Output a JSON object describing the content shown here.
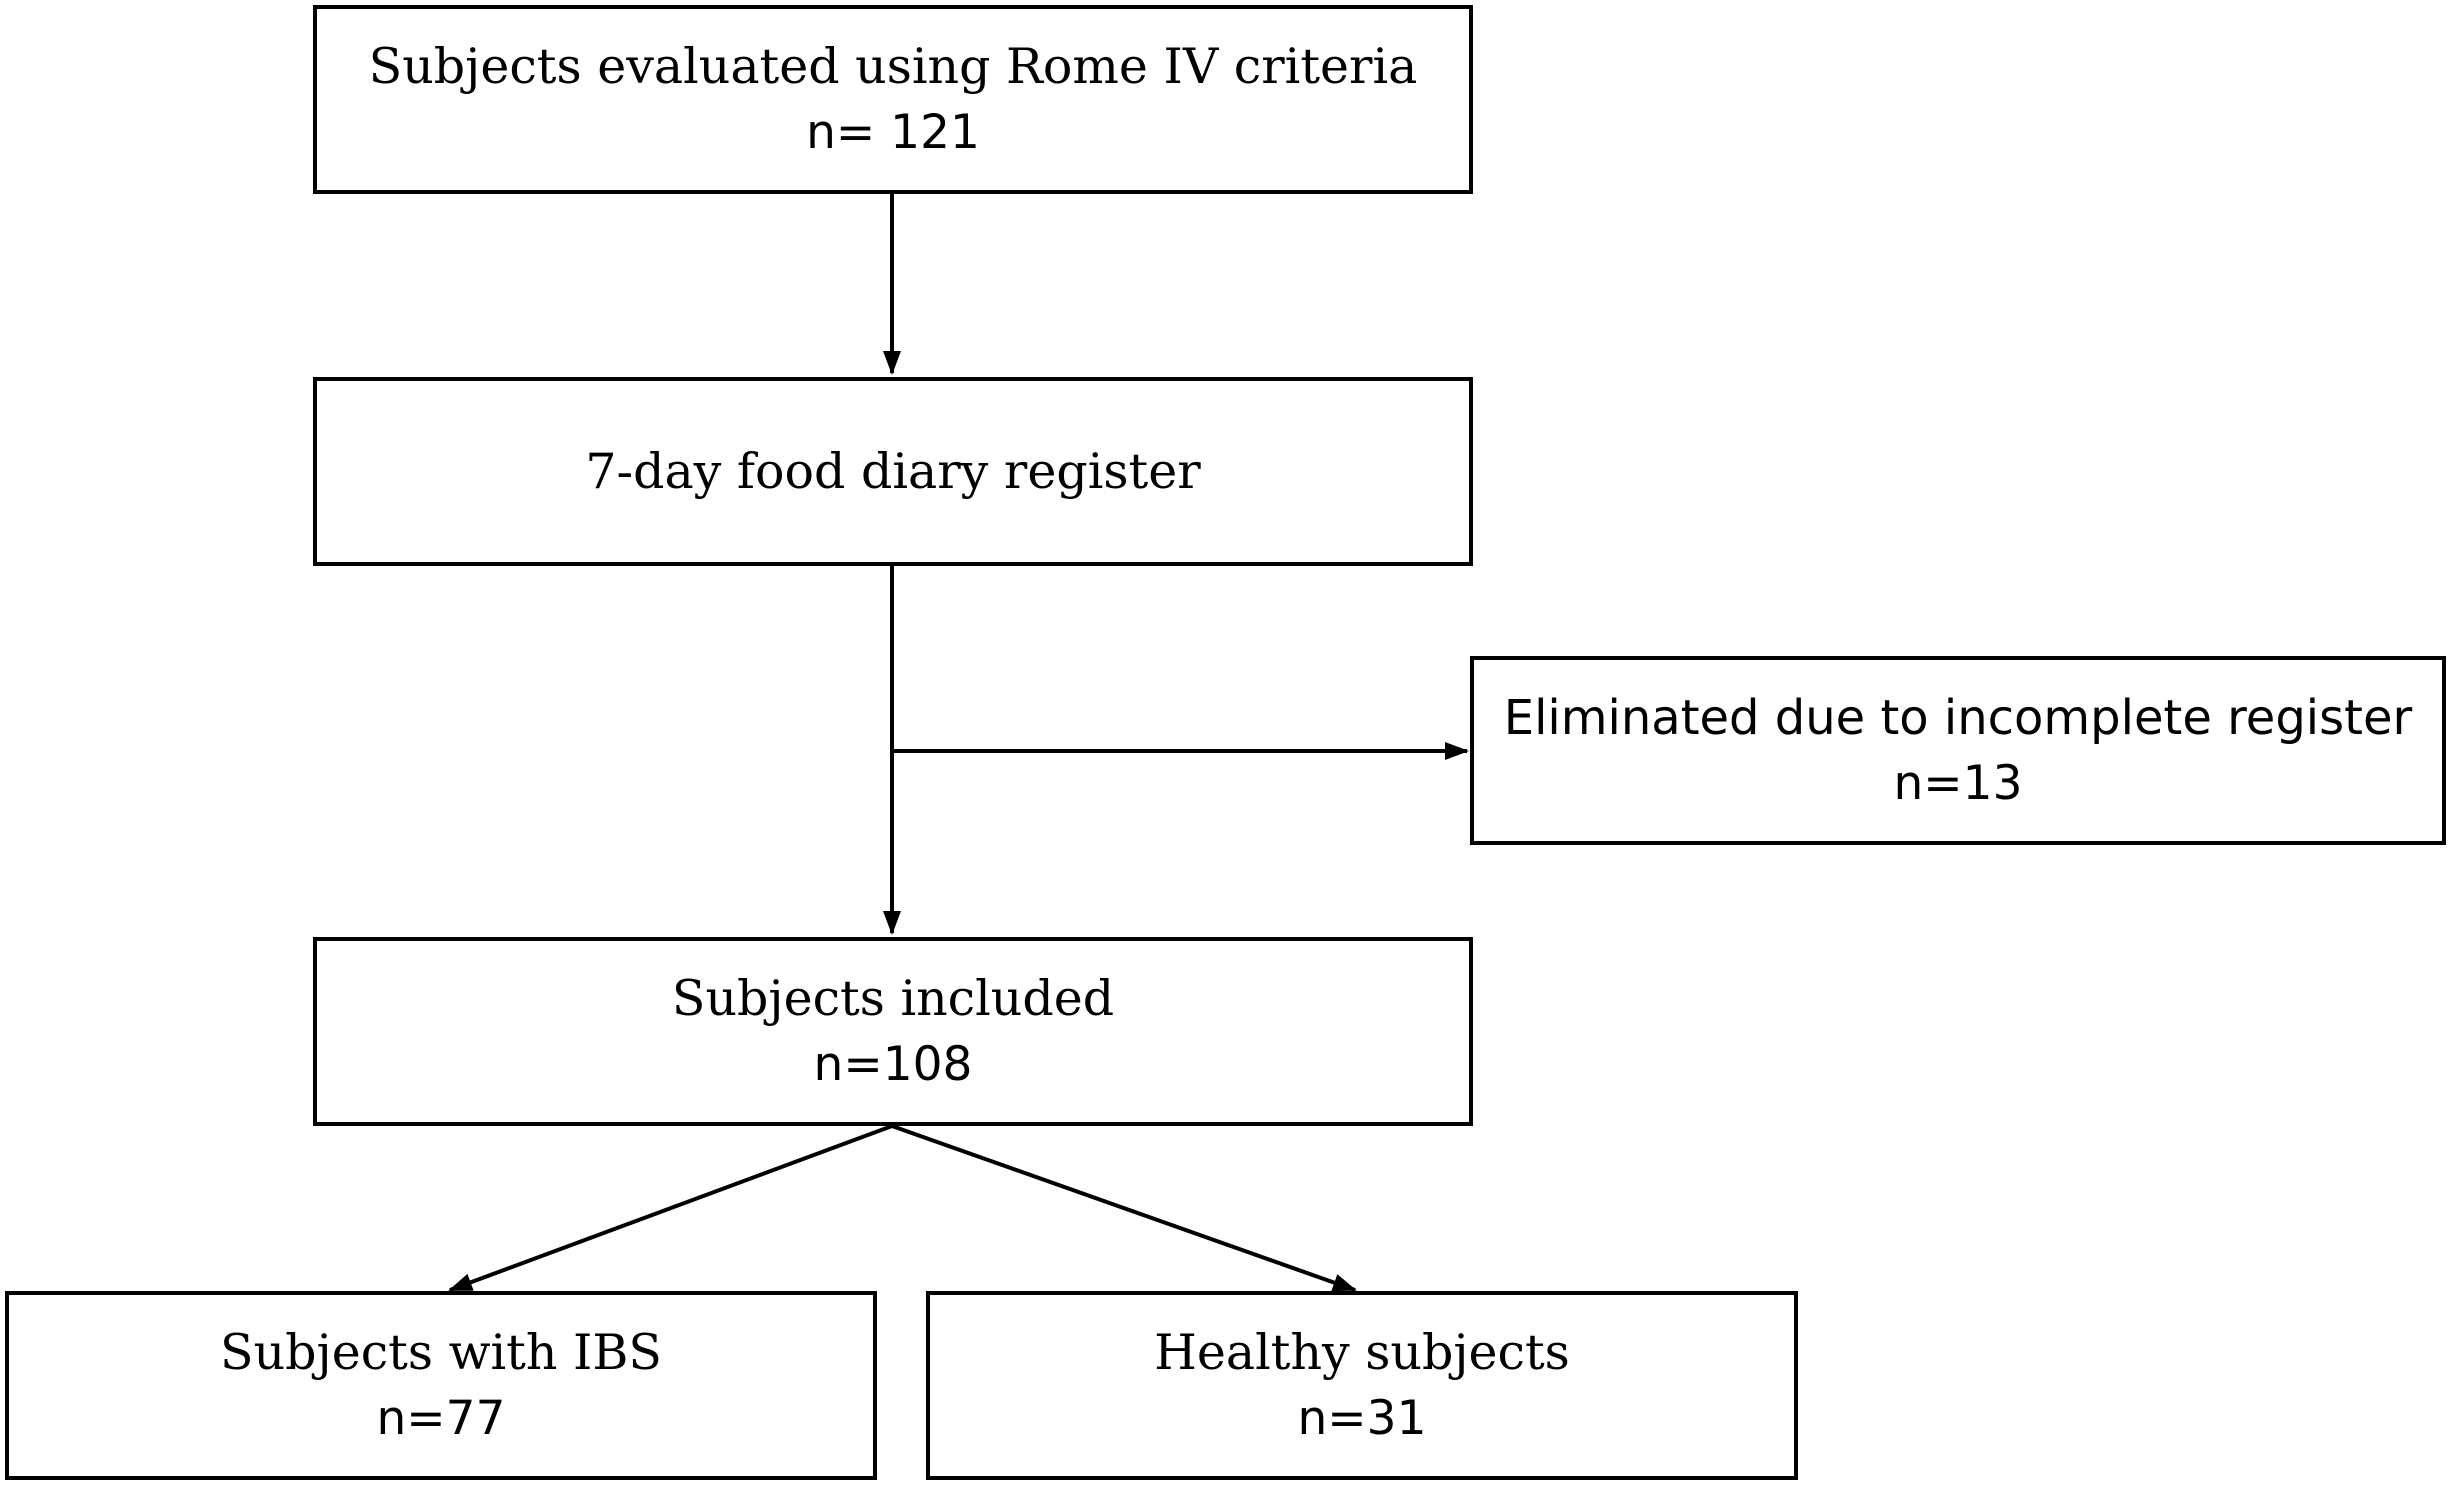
{
  "nodes": {
    "evaluated": {
      "label": "Subjects evaluated using Rome IV criteria",
      "count": "n= 121"
    },
    "diary": {
      "label": "7-day food diary register"
    },
    "eliminated": {
      "label": "Eliminated due to incomplete register",
      "count": "n=13"
    },
    "included": {
      "label": "Subjects included",
      "count": "n=108"
    },
    "ibs": {
      "label": "Subjects with IBS",
      "count": "n=77"
    },
    "healthy": {
      "label": "Healthy subjects",
      "count": "n=31"
    }
  },
  "edges": [
    {
      "from": "evaluated",
      "to": "diary"
    },
    {
      "from": "diary",
      "to": "included"
    },
    {
      "from": "diary",
      "to": "eliminated"
    },
    {
      "from": "included",
      "to": "ibs"
    },
    {
      "from": "included",
      "to": "healthy"
    }
  ],
  "colors": {
    "line": "#000000",
    "background": "#ffffff",
    "text": "#000000"
  }
}
